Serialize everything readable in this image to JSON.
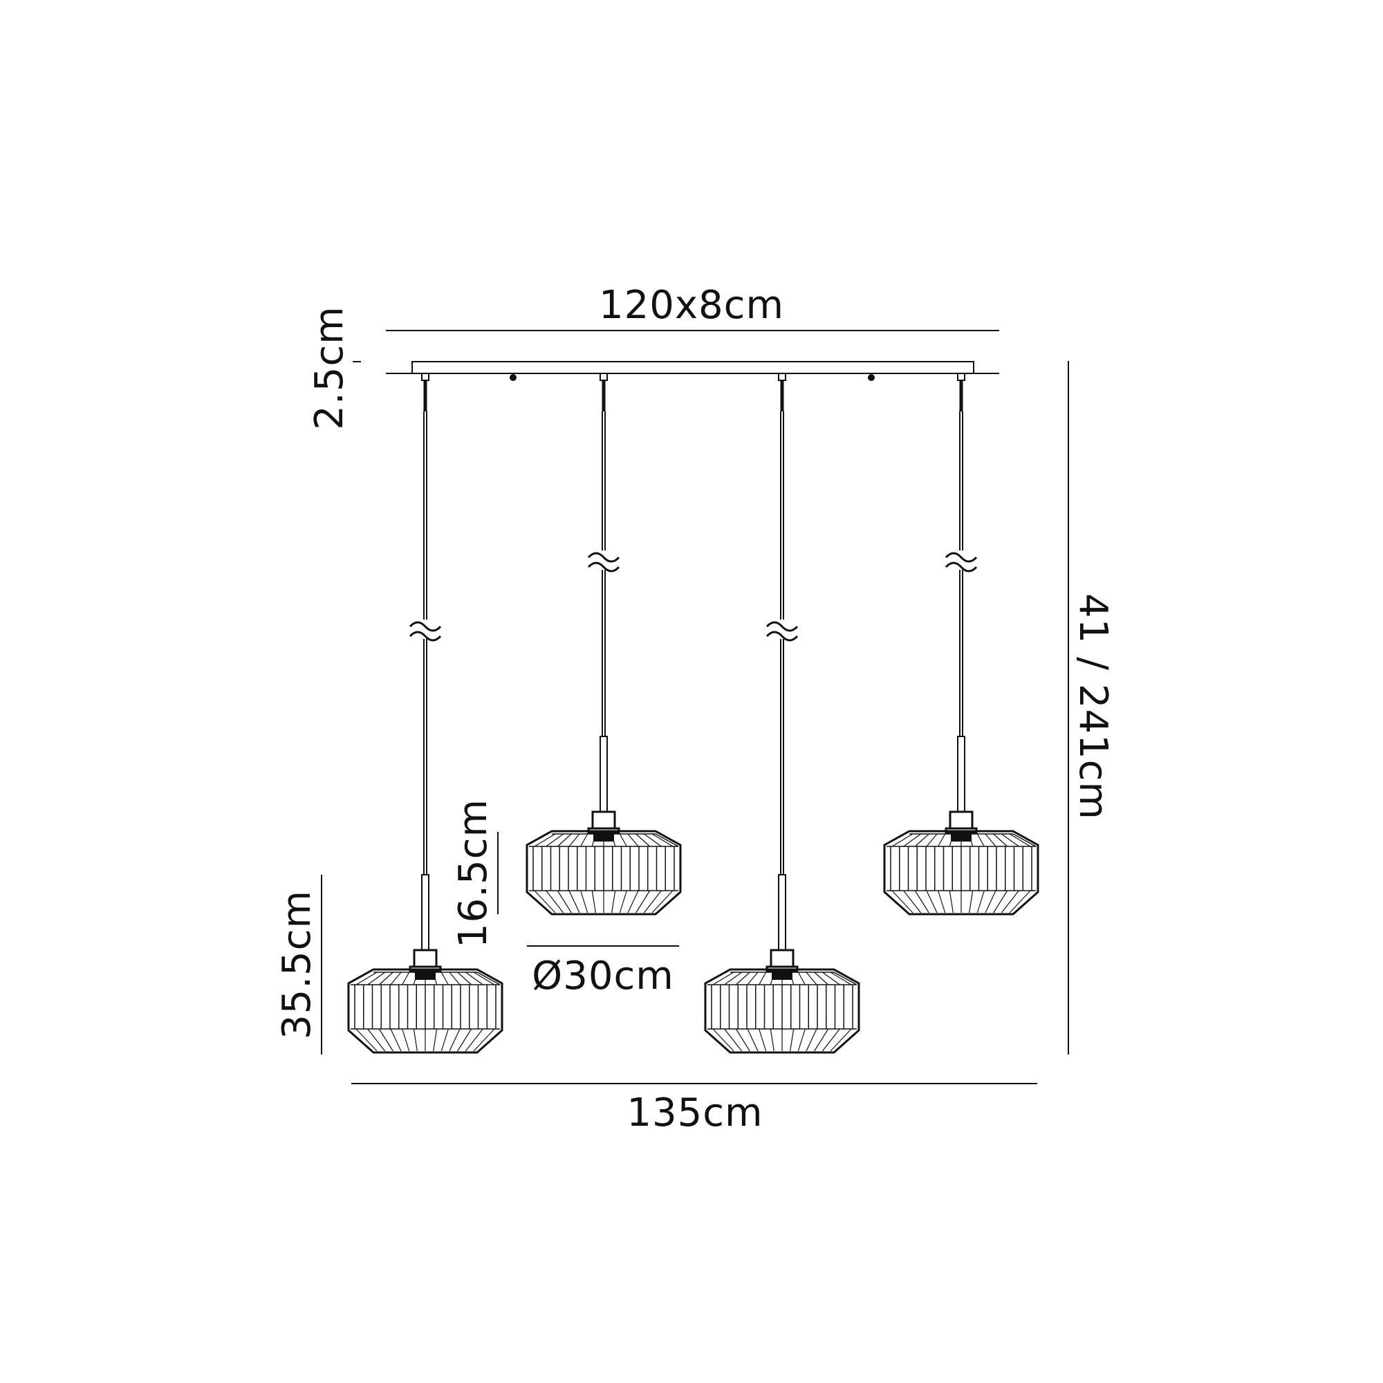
{
  "colors": {
    "line": "#111111",
    "background": "#ffffff"
  },
  "dimensions": {
    "canopy_size": "120x8cm",
    "canopy_height": "2.5cm",
    "drop_height": "41 / 241cm",
    "shade_height": "16.5cm",
    "shade_diameter": "Ø30cm",
    "pendant_height": "35.5cm",
    "overall_width": "135cm"
  },
  "pendants": {
    "count": 4
  }
}
